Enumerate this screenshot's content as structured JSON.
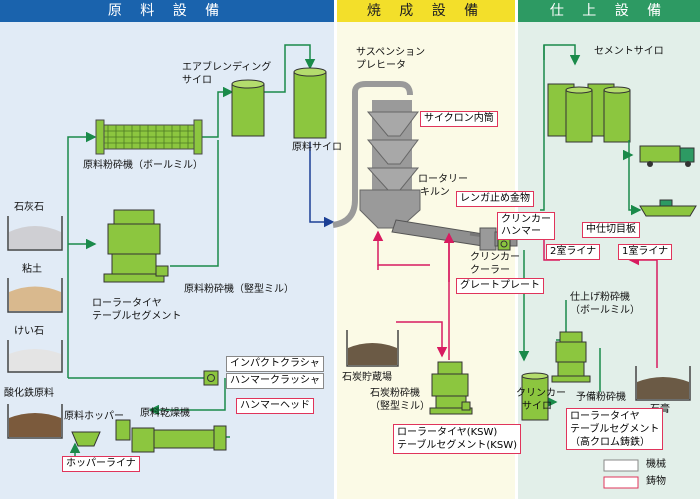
{
  "headers": {
    "raw": "原 料 設 備",
    "firing": "焼 成 設 備",
    "finish": "仕 上 設 備"
  },
  "raw_materials": {
    "limestone": "石灰石",
    "clay": "粘土",
    "silica": "けい石",
    "iron_oxide": "酸化鉄原料"
  },
  "raw": {
    "ball_mill": "原料粉砕機（ボールミル）",
    "blending_silo_1": "エアブレンディング",
    "blending_silo_2": "サイロ",
    "raw_silo": "原料サイロ",
    "roller_tire_1": "ローラータイヤ",
    "roller_tire_2": "テーブルセグメント",
    "vertical_mill": "原料粉砕機（竪型ミル）",
    "impact_crusher": "インパクトクラシャ",
    "hammer_crusher": "ハンマークラッシャ",
    "hammer_head": "ハンマーヘッド",
    "hopper": "原料ホッパー",
    "dryer": "原料乾燥機",
    "hopper_liner": "ホッパーライナ"
  },
  "firing": {
    "preheater_1": "サスペンション",
    "preheater_2": "プレヒータ",
    "cyclone_liner": "サイクロン内筒",
    "kiln_1": "ロータリー",
    "kiln_2": "キルン",
    "brick_stopper": "レンガ止め金物",
    "clinker_hammer_1": "クリンカー",
    "clinker_hammer_2": "ハンマー",
    "cooler_1": "クリンカー",
    "cooler_2": "クーラー",
    "grate_plate": "グレートプレート",
    "coal_storage": "石炭貯蔵場",
    "coal_mill_1": "石炭粉砕機",
    "coal_mill_2": "（竪型ミル）",
    "ksw_1": "ローラータイヤ(KSW)",
    "ksw_2": "テーブルセグメント(KSW)"
  },
  "finish": {
    "cement_silo": "セメントサイロ",
    "mid_partition": "中仕切目板",
    "liner_2": "2室ライナ",
    "liner_1": "1室ライナ",
    "finish_mill_1": "仕上げ粉砕機",
    "finish_mill_2": "（ボールミル）",
    "clinker_silo_1": "クリンカー",
    "clinker_silo_2": "サイロ",
    "pre_mill": "予備粉砕機",
    "gypsum": "石膏",
    "hc_1": "ローラータイヤ",
    "hc_2": "テーブルセグメント",
    "hc_3": "（高クロム鋳鉄）"
  },
  "legend": {
    "machine": "機械",
    "casting": "鋳物"
  },
  "colors": {
    "raw_bg": "#e1ebf6",
    "firing_bg": "#fbfae6",
    "finish_bg": "#e2efe9",
    "machine_green": "#8cc63f",
    "flow_green": "#1a8a4a",
    "flow_pink": "#d81b60",
    "flow_blue": "#1c3f95"
  }
}
